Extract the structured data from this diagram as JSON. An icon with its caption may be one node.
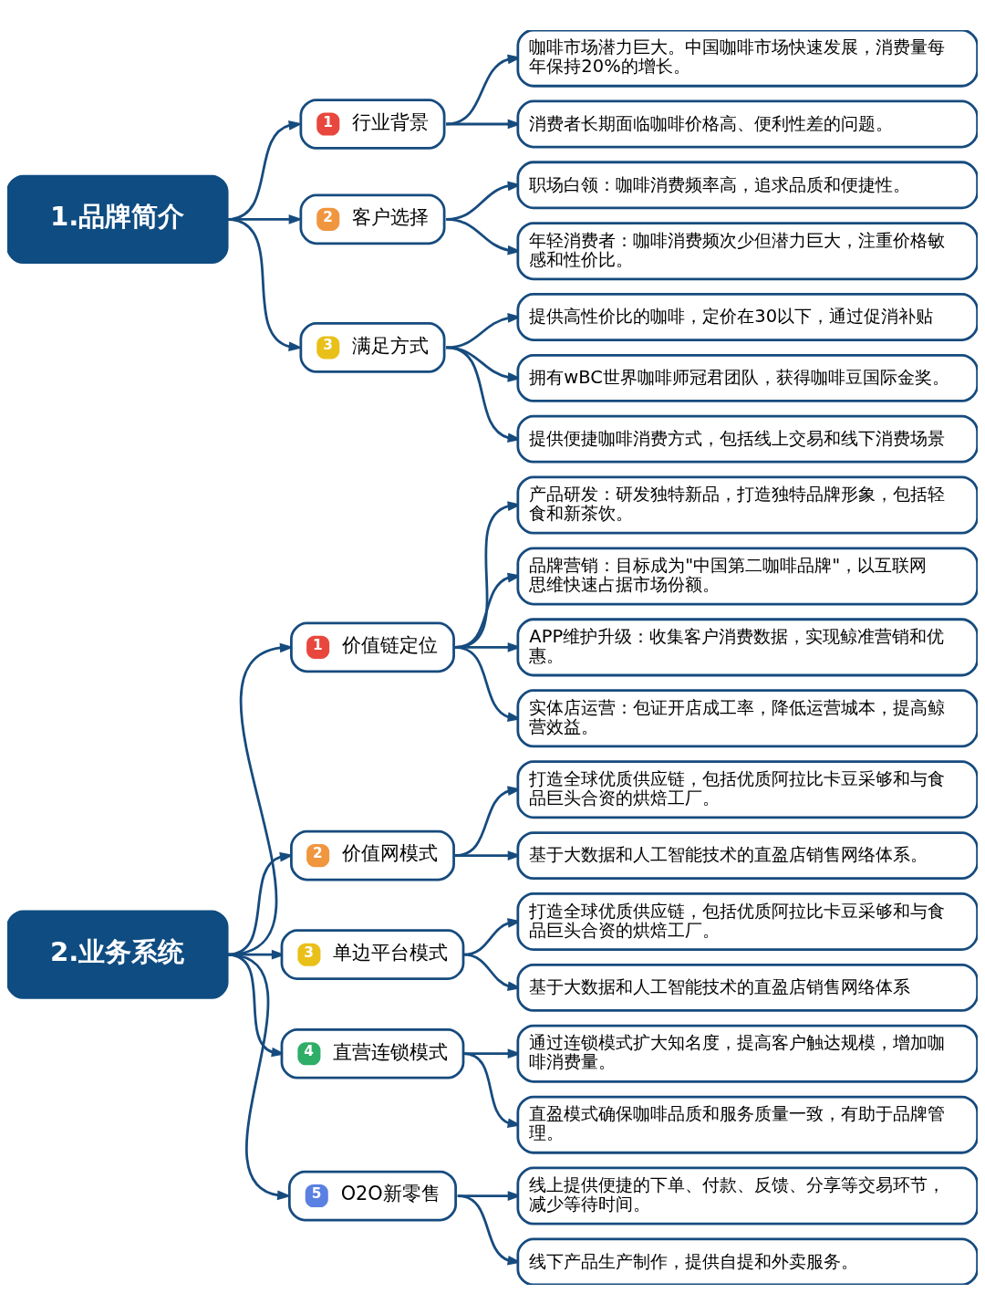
{
  "diagram": {
    "nodes": [
      {
        "text": [
          "1.品牌简介"
        ]
      },
      {
        "text": [
          "1",
          "行业背景"
        ]
      },
      {
        "text": [
          "咖啡市场潜力巨大。中国咖啡市场快速发展，消费量每年保持20%的增长。"
        ]
      },
      {
        "text": [
          "消费者长期面临咖啡价格高、便利性差的问题。"
        ]
      },
      {
        "text": [
          "2",
          "客户选择"
        ]
      },
      {
        "text": [
          "职场白领：咖啡消费频率高，追求品质和便捷性。"
        ]
      },
      {
        "text": [
          "年轻消费者：咖啡消费频次少但潜力巨大，注重价格敏感和性价比。"
        ]
      },
      {
        "text": [
          "3",
          "满足方式"
        ]
      },
      {
        "text": [
          "提供高性价比的咖啡，定价在30以下，通过促消补贴"
        ]
      },
      {
        "text": [
          "拥有wBC世界咖啡师冠君团队，获得咖啡豆国际金奖。"
        ]
      },
      {
        "text": [
          "提供便捷咖啡消费方式，包括线上交易和线下消费场景"
        ]
      },
      {
        "text": [
          "2.业务系统"
        ]
      },
      {
        "text": [
          "1",
          "价值链定位"
        ]
      },
      {
        "text": [
          "产品研发：研发独特新品，打造独特品牌形象，包括轻食和新茶饮。"
        ]
      },
      {
        "text": [
          "品牌营销：目标成为\"中国第二咖啡品牌\"，以互联网思维快速占据市场份额。"
        ]
      },
      {
        "text": [
          "APP维护升级：收集客户消费数据，实现鲸准营销和优惠。"
        ]
      },
      {
        "text": [
          "实体店运营：包证开店成工率，降低运营城本，提高鲸营效益。"
        ]
      },
      {
        "text": [
          "2",
          "价值网模式"
        ]
      },
      {
        "text": [
          "打造全球优质供应链，包括优质阿拉比卡豆采够和与食品巨头合资的烘焙工厂。"
        ]
      },
      {
        "text": [
          "基于大数据和人工智能技术的直盈店销售网络体系。"
        ]
      },
      {
        "text": [
          "3",
          "单边平台模式"
        ]
      },
      {
        "text": [
          "打造全球优质供应链，包括优质阿拉比卡豆采够和与食品巨头合资的烘焙工厂。"
        ]
      },
      {
        "text": [
          "基于大数据和人工智能技术的直盈店销售网络体系"
        ]
      },
      {
        "text": [
          "4",
          "直营连锁模式"
        ]
      },
      {
        "text": [
          "通过连锁模式扩大知名度，提高客户触达规模，增加咖啡消费量。"
        ]
      },
      {
        "text": [
          "直盈模式确保咖啡品质和服务质量一致，有助于品牌管理。"
        ]
      },
      {
        "text": [
          "5",
          "O2O新零售"
        ]
      },
      {
        "text": [
          "线上提供便捷的下单、付款、反馈、分享等交易环节，减少等待时间。"
        ]
      },
      {
        "text": [
          "线下产品生产制作，提供自提和外卖服务。"
        ]
      }
    ],
    "edges": [
      {
        "from": 0,
        "to": 1,
        "arrow": "to"
      },
      {
        "from": 1,
        "to": 2,
        "arrow": "to"
      },
      {
        "from": 1,
        "to": 3,
        "arrow": "to"
      },
      {
        "from": 0,
        "to": 4,
        "arrow": "to"
      },
      {
        "from": 4,
        "to": 5,
        "arrow": "to"
      },
      {
        "from": 4,
        "to": 6,
        "arrow": "to"
      },
      {
        "from": 0,
        "to": 7,
        "arrow": "to"
      },
      {
        "from": 7,
        "to": 8,
        "arrow": "to"
      },
      {
        "from": 7,
        "to": 9,
        "arrow": "to"
      },
      {
        "from": 7,
        "to": 10,
        "arrow": "to"
      },
      {
        "from": 11,
        "to": 12,
        "arrow": "to"
      },
      {
        "from": 12,
        "to": 13,
        "arrow": "to"
      },
      {
        "from": 12,
        "to": 14,
        "arrow": "to"
      },
      {
        "from": 12,
        "to": 15,
        "arrow": "to"
      },
      {
        "from": 12,
        "to": 16,
        "arrow": "to"
      },
      {
        "from": 11,
        "to": 17,
        "arrow": "to"
      },
      {
        "from": 17,
        "to": 18,
        "arrow": "to"
      },
      {
        "from": 17,
        "to": 19,
        "arrow": "to"
      },
      {
        "from": 11,
        "to": 20,
        "arrow": "to"
      },
      {
        "from": 20,
        "to": 21,
        "arrow": "to"
      },
      {
        "from": 20,
        "to": 22,
        "arrow": "to"
      },
      {
        "from": 11,
        "to": 23,
        "arrow": "to"
      },
      {
        "from": 23,
        "to": 24,
        "arrow": "to"
      },
      {
        "from": 23,
        "to": 25,
        "arrow": "to"
      },
      {
        "from": 11,
        "to": 26,
        "arrow": "to"
      },
      {
        "from": 26,
        "to": 27,
        "arrow": "to"
      },
      {
        "from": 26,
        "to": 28,
        "arrow": "to"
      }
    ]
  }
}
